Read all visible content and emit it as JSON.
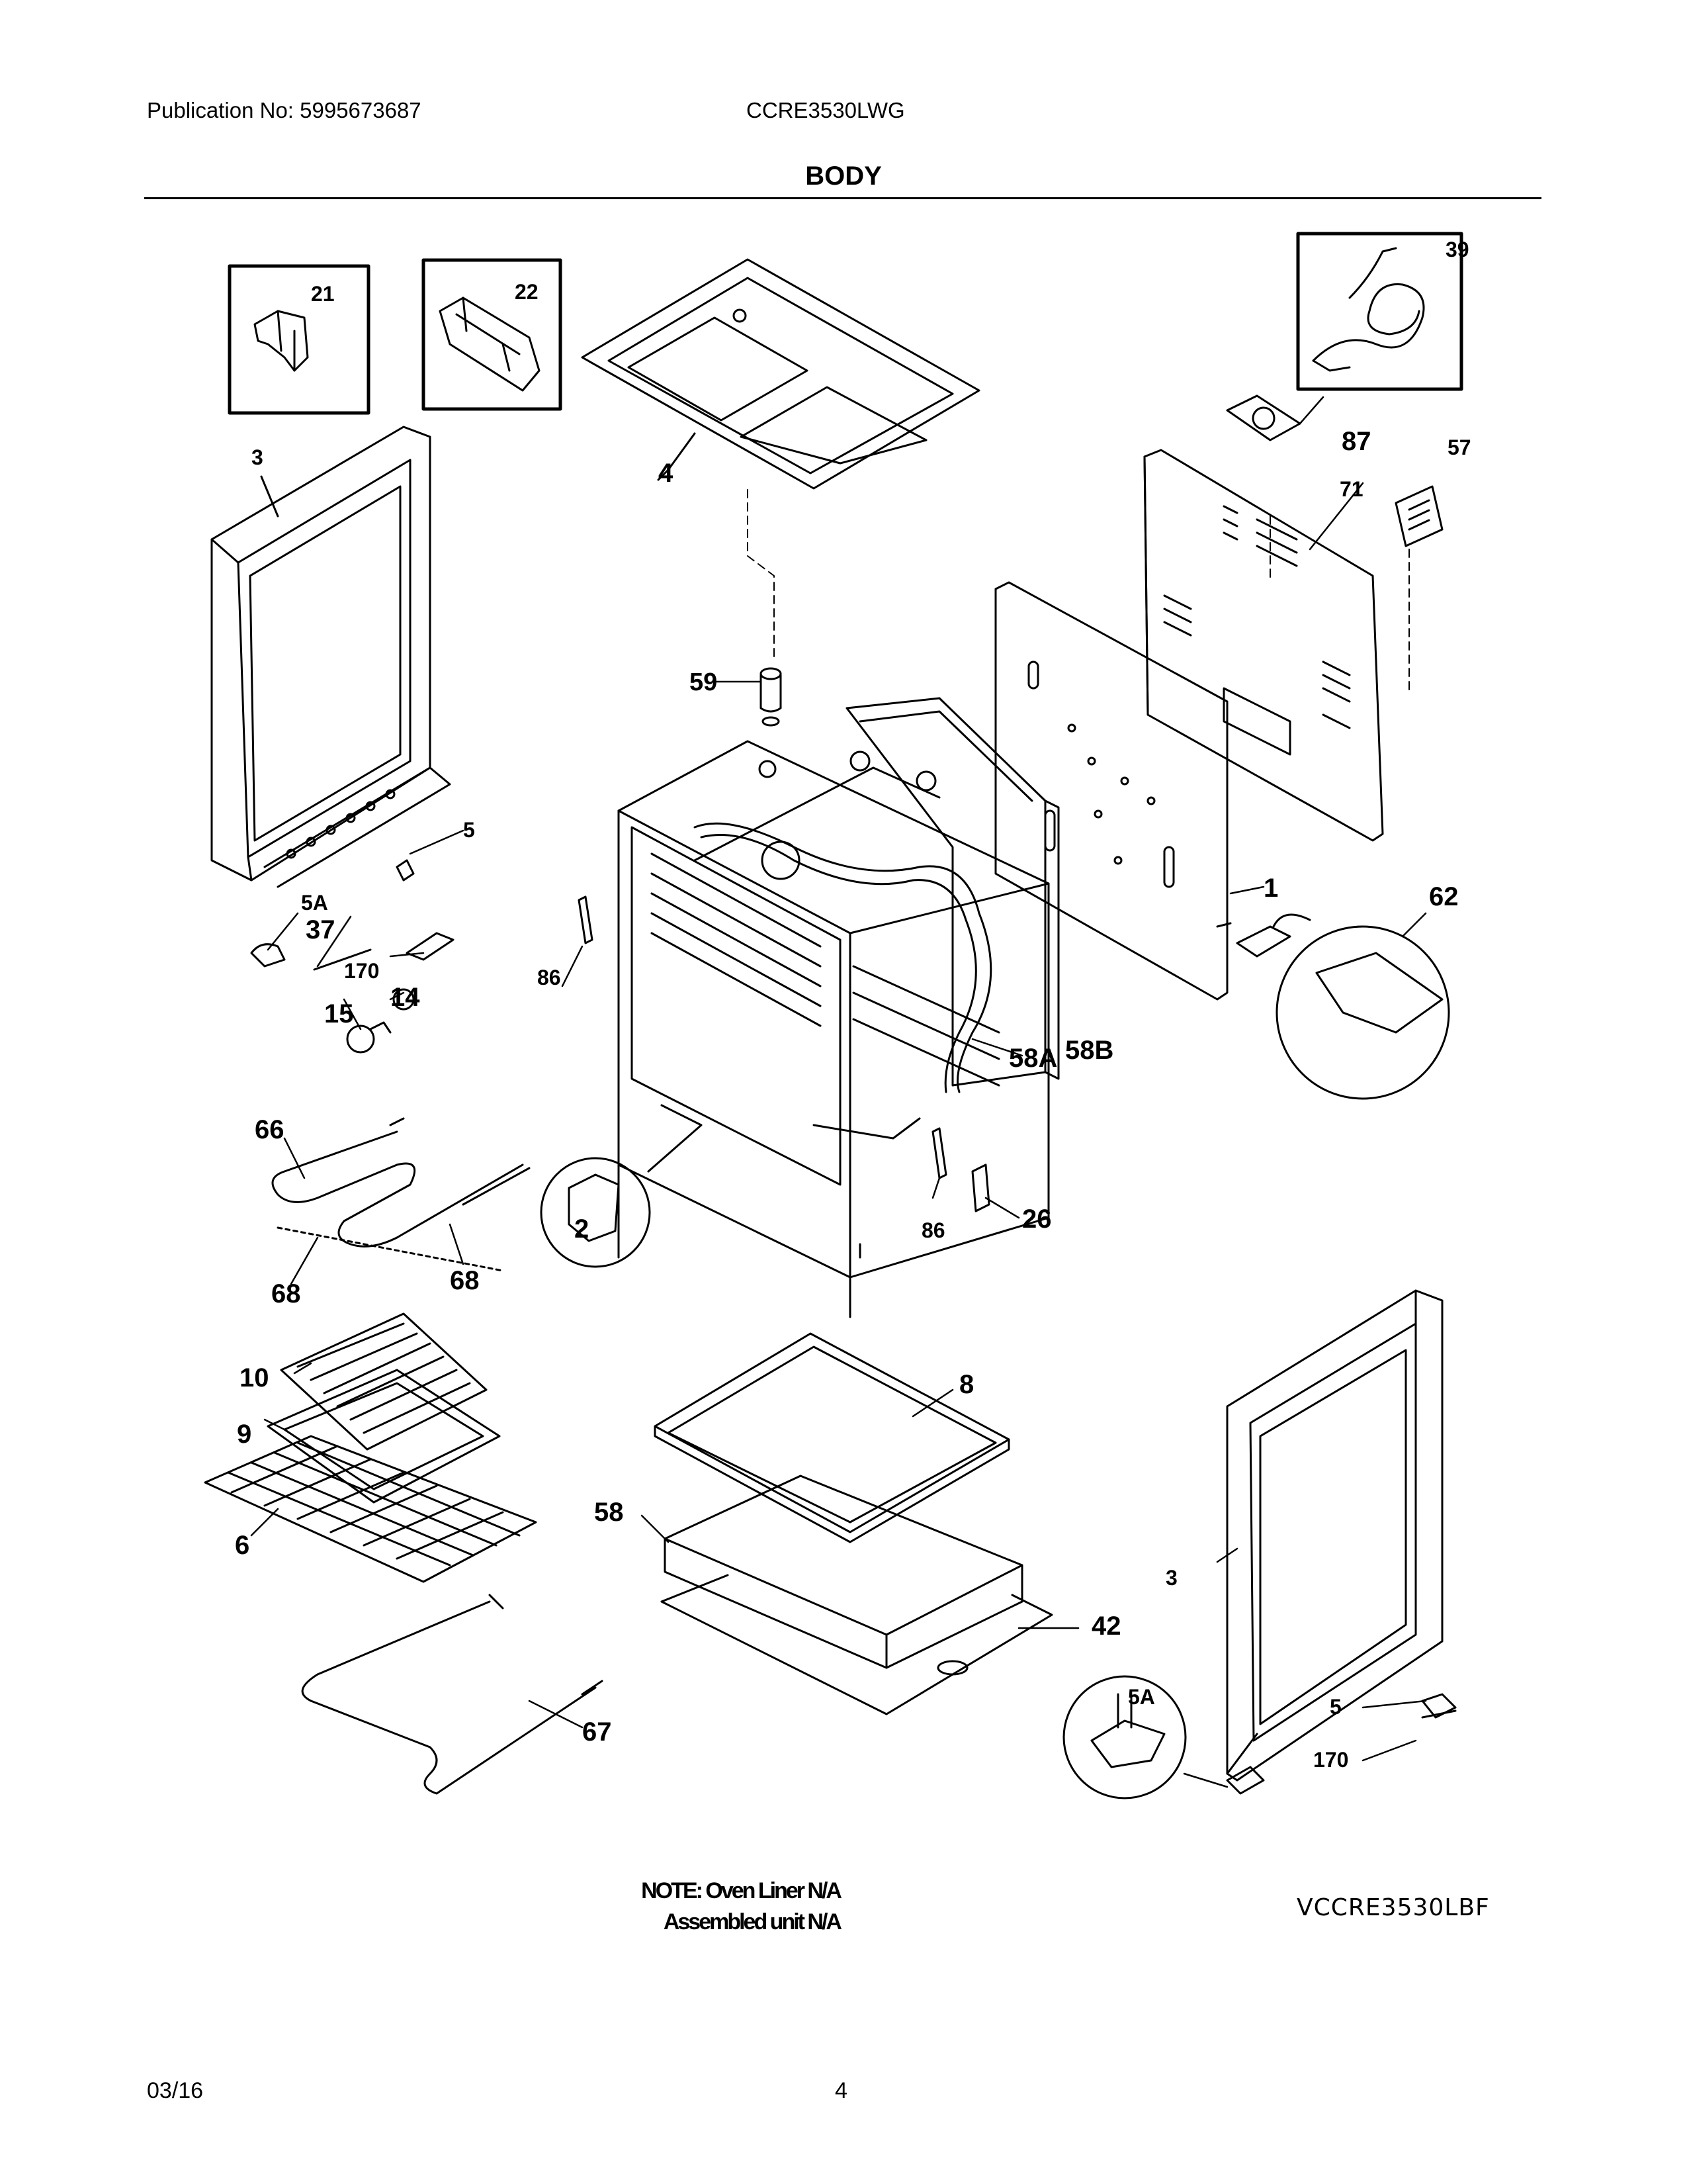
{
  "header": {
    "publication": "Publication No: 5995673687",
    "model": "CCRE3530LWG",
    "section_title": "BODY"
  },
  "callouts": {
    "c1": "1",
    "c2": "2",
    "c3a": "3",
    "c3b": "3",
    "c4": "4",
    "c5a": "5",
    "c5b": "5",
    "c5Aa": "5A",
    "c5Ab": "5A",
    "c6": "6",
    "c8": "8",
    "c9": "9",
    "c10": "10",
    "c14": "14",
    "c15": "15",
    "c21": "21",
    "c22": "22",
    "c26": "26",
    "c37": "37",
    "c39": "39",
    "c42": "42",
    "c57": "57",
    "c58": "58",
    "c58A": "58A",
    "c58B": "58B",
    "c59": "59",
    "c62": "62",
    "c66": "66",
    "c67": "67",
    "c68a": "68",
    "c68b": "68",
    "c71": "71",
    "c86a": "86",
    "c86b": "86",
    "c87": "87",
    "c170a": "170",
    "c170b": "170"
  },
  "notes": {
    "line1": "NOTE: Oven Liner N/A",
    "line2": "Assembled unit N/A"
  },
  "model_code": "VCCRE3530LBF",
  "footer": {
    "date": "03/16",
    "page": "4"
  }
}
